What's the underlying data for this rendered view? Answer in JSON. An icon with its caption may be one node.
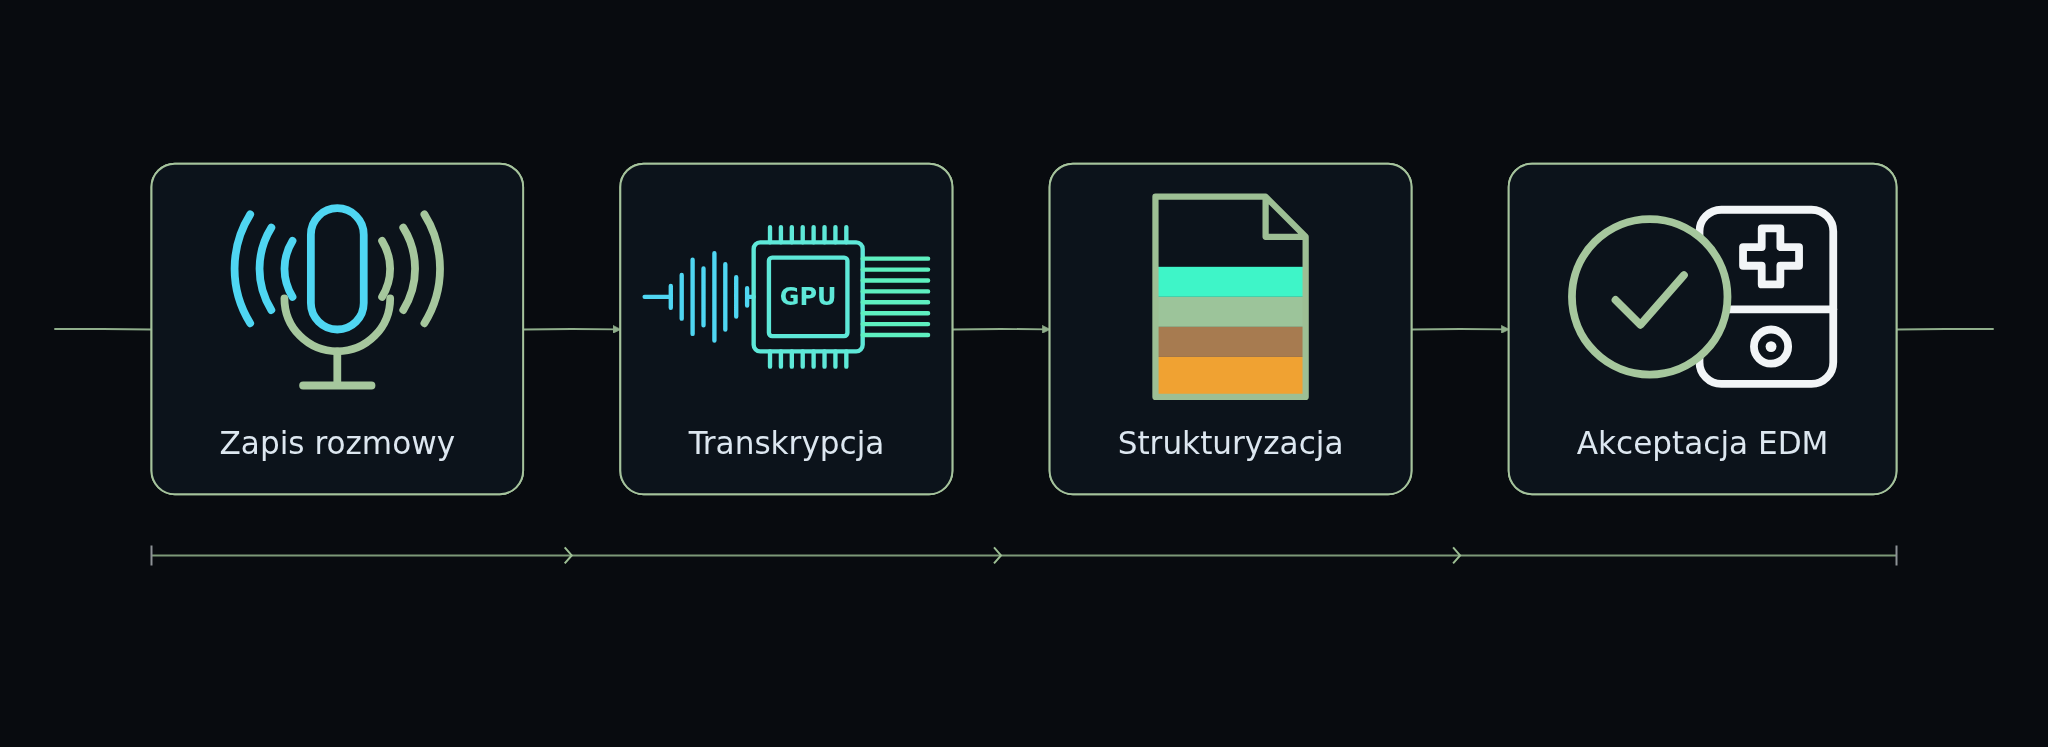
{
  "diagram": {
    "nodes": [
      {
        "text": [
          "Zapis rozmowy"
        ]
      },
      {
        "text": [
          "GPU",
          "Transkrypcja"
        ]
      },
      {
        "text": [
          "Strukturyzacja"
        ]
      },
      {
        "text": [
          "Akceptacja EDM"
        ]
      }
    ],
    "edges": [
      {
        "from": null,
        "to": 0,
        "arrow": "none"
      },
      {
        "from": 0,
        "to": 1,
        "arrow": "to"
      },
      {
        "from": 1,
        "to": 2,
        "arrow": "to"
      },
      {
        "from": 2,
        "to": 3,
        "arrow": "to"
      },
      {
        "from": 3,
        "to": null,
        "arrow": "none"
      }
    ]
  }
}
